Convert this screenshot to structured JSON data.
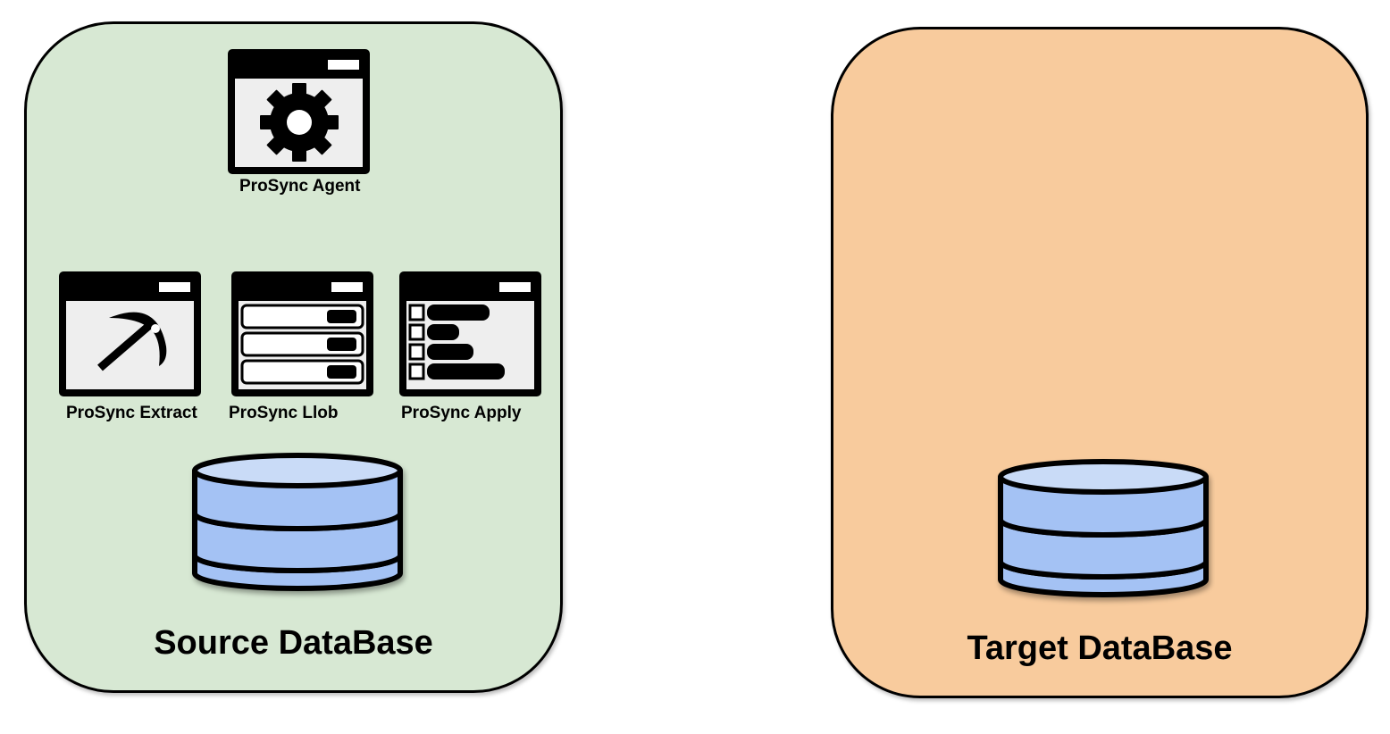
{
  "diagram": {
    "source": {
      "title": "Source DataBase",
      "fill": "#d7e8d3",
      "components": [
        {
          "id": "agent",
          "label": "ProSync Agent",
          "icon": "gear-icon"
        },
        {
          "id": "extract",
          "label": "ProSync Extract",
          "icon": "pickaxe-icon"
        },
        {
          "id": "llob",
          "label": "ProSync Llob",
          "icon": "list-rows-icon"
        },
        {
          "id": "apply",
          "label": "ProSync Apply",
          "icon": "checklist-bars-icon"
        }
      ],
      "database_icon": "database-cylinder-icon"
    },
    "target": {
      "title": "Target DataBase",
      "fill": "#f8cb9d",
      "database_icon": "database-cylinder-icon"
    },
    "colors": {
      "db_top": "#c9dbf7",
      "db_body": "#a4c2f4",
      "outline": "#000000",
      "window_client": "#eeeeee"
    }
  }
}
